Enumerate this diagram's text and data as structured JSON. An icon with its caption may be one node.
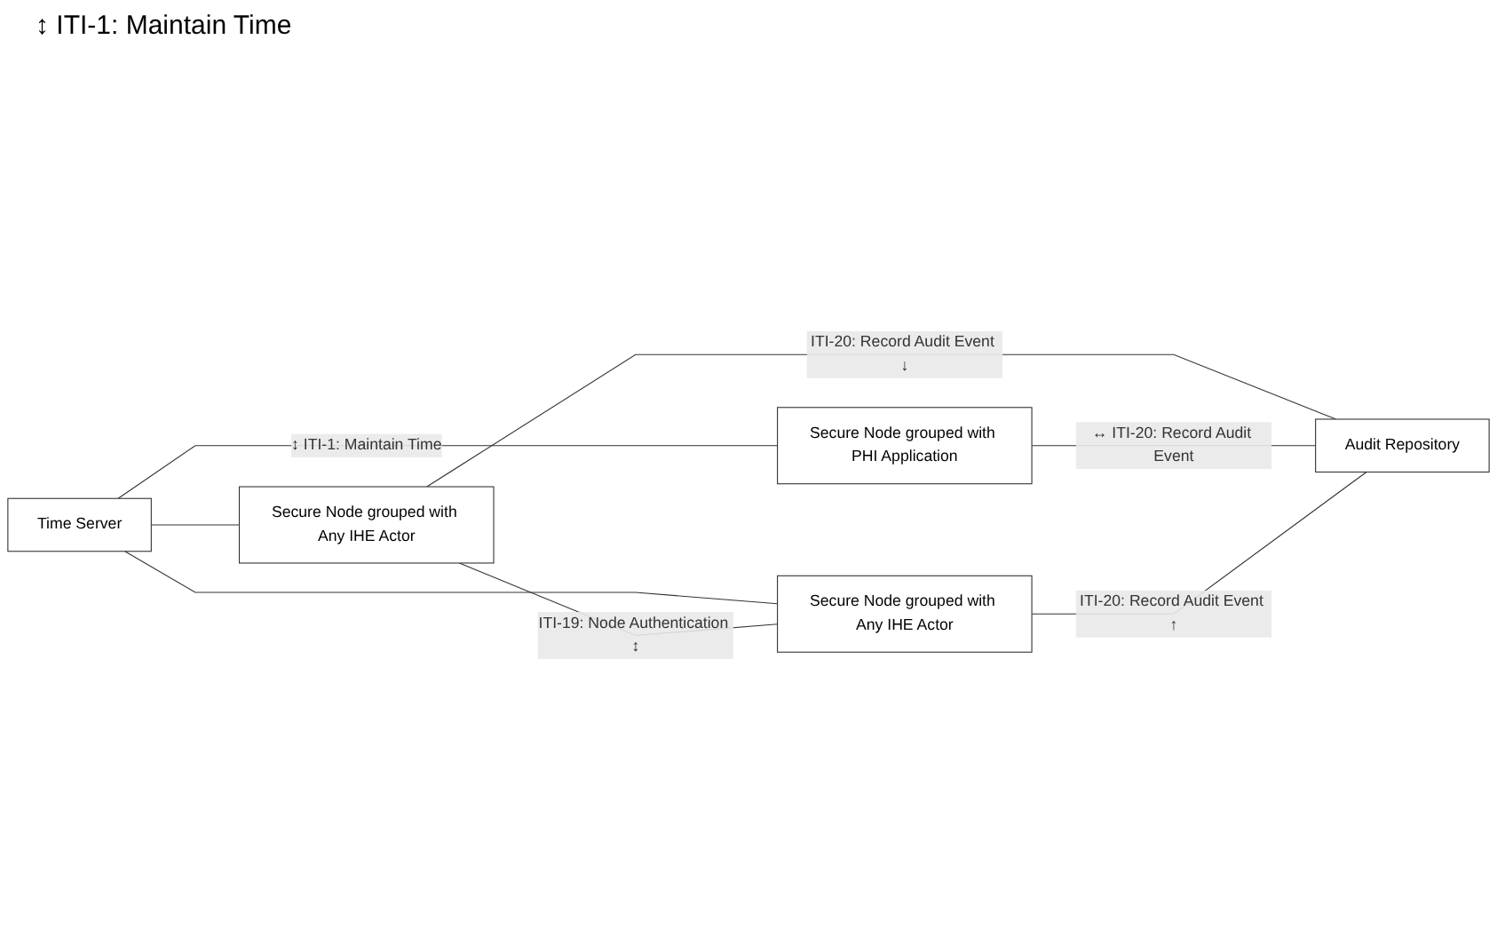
{
  "diagram": {
    "nodes": [
      {
        "text": [
          "Time Server"
        ]
      },
      {
        "text": [
          "Secure Node grouped with Any IHE Actor"
        ]
      },
      {
        "text": [
          "Secure Node grouped with PHI Application"
        ]
      },
      {
        "text": [
          "Audit Repository"
        ]
      },
      {
        "text": [
          "Secure Node grouped with Any IHE Actor"
        ]
      }
    ],
    "edges": [
      {
        "from": 0,
        "to": 1,
        "arrow": "none"
      },
      {
        "from": 0,
        "to": 2,
        "arrow": "none",
        "label": "↕ ITI-1: Maintain Time"
      },
      {
        "from": 0,
        "to": 4,
        "arrow": "none"
      },
      {
        "from": 1,
        "to": 4,
        "arrow": "none",
        "label": "ITI-19: Node Authentication ↕"
      },
      {
        "from": 1,
        "to": 3,
        "arrow": "none",
        "label": "ITI-20: Record Audit Event ↓"
      },
      {
        "from": 2,
        "to": 3,
        "arrow": "none",
        "label": "↔ ITI-20: Record Audit Event"
      },
      {
        "from": 4,
        "to": 3,
        "arrow": "none",
        "label": "ITI-20: Record Audit Event ↑"
      }
    ],
    "labels": [
      "↕ ITI-1: Maintain Time"
    ]
  }
}
